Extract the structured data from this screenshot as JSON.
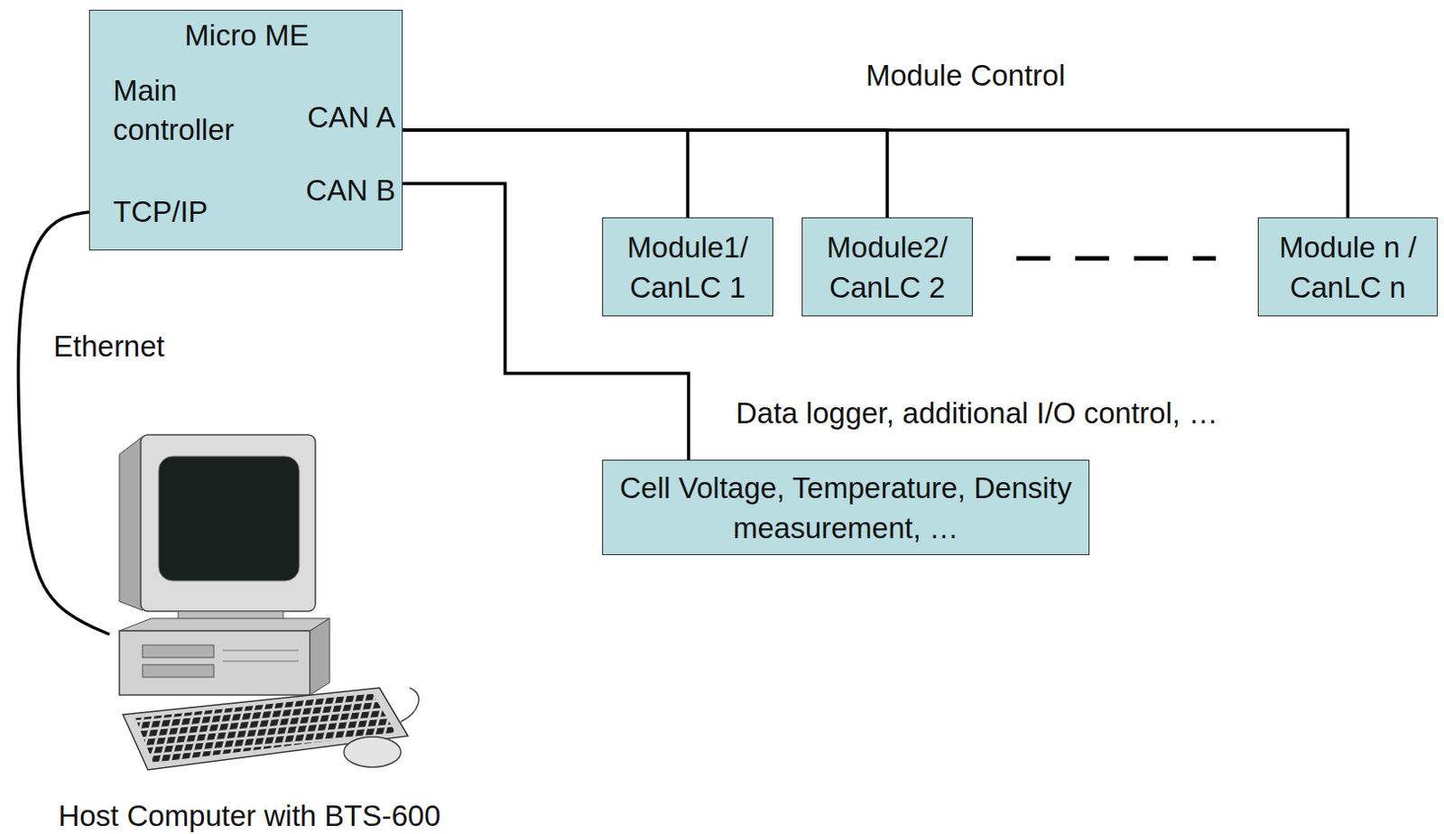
{
  "diagram": {
    "nodes": [
      {
        "text": [
          "Micro ME",
          "Main controller",
          "TCP/IP",
          "CAN A",
          "CAN B"
        ]
      },
      {
        "text": [
          "Module1/ CanLC 1"
        ]
      },
      {
        "text": [
          "Module2/ CanLC 2"
        ]
      },
      {
        "text": [
          "Module n / CanLC n"
        ]
      },
      {
        "text": [
          "Cell Voltage, Temperature, Density measurement, …"
        ]
      },
      {
        "text": [
          "Host Computer with BTS-600"
        ]
      }
    ],
    "edges": [
      {
        "from": 0,
        "to": 1,
        "arrow": "none"
      },
      {
        "from": 0,
        "to": 2,
        "arrow": "none"
      },
      {
        "from": 0,
        "to": 3,
        "arrow": "none"
      },
      {
        "from": 0,
        "to": 4,
        "arrow": "none"
      },
      {
        "from": 0,
        "to": 5,
        "label": "Ethernet",
        "arrow": "none"
      }
    ],
    "labels": [
      "Module Control",
      "Data logger, additional I/O control, …"
    ]
  }
}
